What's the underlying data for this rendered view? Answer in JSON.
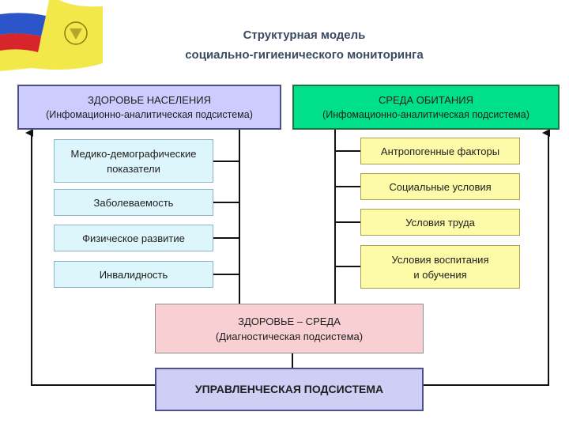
{
  "title": {
    "line1": "Структурная модель",
    "line2": "социально-гигиенического мониторинга"
  },
  "left_header": {
    "title": "ЗДОРОВЬЕ НАСЕЛЕНИЯ",
    "subtitle": "(Инфомационно-аналитическая подсистема)"
  },
  "right_header": {
    "title": "СРЕДА ОБИТАНИЯ",
    "subtitle": "(Инфомационно-аналитическая подсистема)"
  },
  "left_items": [
    {
      "line1": "Медико-демографические",
      "line2": "показатели"
    },
    {
      "line1": "Заболеваемость",
      "line2": ""
    },
    {
      "line1": "Физическое развитие",
      "line2": ""
    },
    {
      "line1": "Инвалидность",
      "line2": ""
    }
  ],
  "right_items": [
    {
      "line1": "Антропогенные факторы",
      "line2": ""
    },
    {
      "line1": "Социальные условия",
      "line2": ""
    },
    {
      "line1": "Условия труда",
      "line2": ""
    },
    {
      "line1": "Условия воспитания",
      "line2": "и обучения"
    }
  ],
  "center": {
    "title": "ЗДОРОВЬЕ – СРЕДА",
    "subtitle": "(Диагностическая подсистема)"
  },
  "bottom": {
    "title": "УПРАВЛЕНЧЕСКАЯ ПОДСИСТЕМА"
  },
  "colors": {
    "left_header_fill": "#ccccff",
    "right_header_fill": "#00e08a",
    "left_item_fill": "#ddf6fb",
    "right_item_fill": "#fdfaa8",
    "center_fill": "#f8d0d4",
    "bottom_fill": "#cfcff5",
    "connector": "#111111"
  }
}
